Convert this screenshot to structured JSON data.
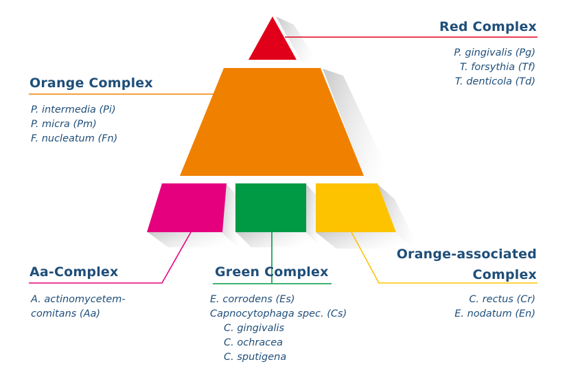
{
  "complexes": {
    "red": {
      "title": "Red Complex",
      "color": "#e1001a",
      "items": [
        "P. gingivalis (Pg)",
        "T. forsythia (Tf)",
        "T. denticola (Td)"
      ]
    },
    "orange": {
      "title": "Orange Complex",
      "color": "#f08000",
      "items": [
        "P. intermedia (Pi)",
        "P. micra (Pm)",
        "F. nucleatum (Fn)"
      ]
    },
    "aa": {
      "title": "Aa-Complex",
      "color": "#e5007e",
      "items": [
        "A. actinomycetem-",
        "comitans (Aa)"
      ]
    },
    "green": {
      "title": "Green Complex",
      "color": "#009a44",
      "items": [
        "E. corrodens (Es)",
        "Capnocytophaga spec. (Cs)"
      ],
      "subitems": [
        "C. gingivalis",
        "C. ochracea",
        "C. sputigena"
      ]
    },
    "orange_associated": {
      "title_line1": "Orange-associated",
      "title_line2": "Complex",
      "color": "#fdc300",
      "items": [
        "C. rectus (Cr)",
        "E. nodatum (En)"
      ]
    }
  },
  "text_color": "#1f4e79"
}
